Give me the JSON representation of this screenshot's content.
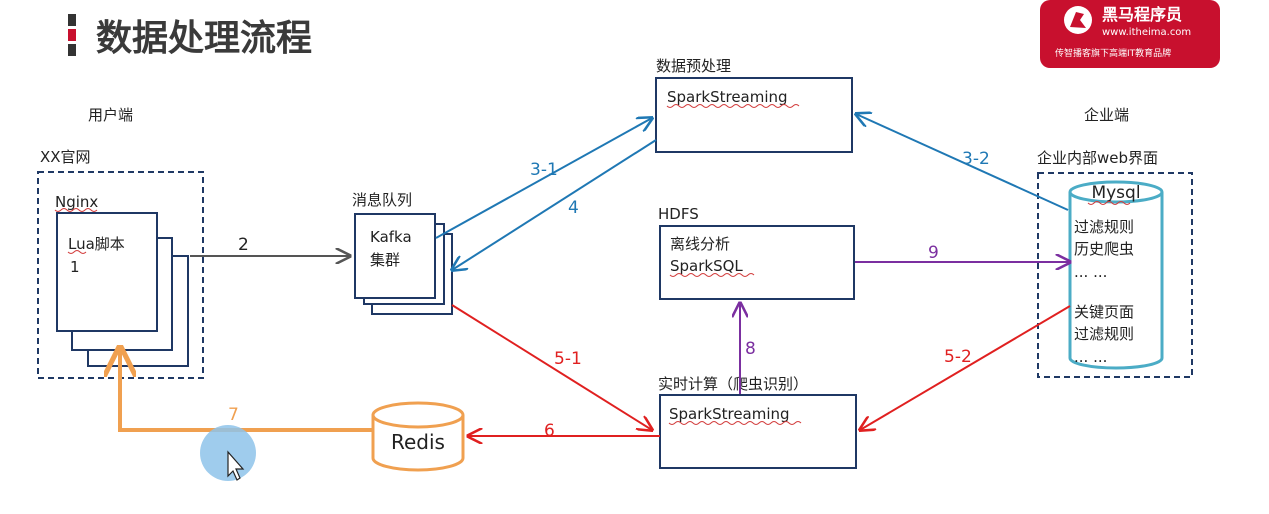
{
  "title": "数据处理流程",
  "logo": {
    "brand": "黑马程序员",
    "url": "www.itheima.com",
    "slogan": "传智播客旗下高端IT教育品牌",
    "color": "#c8102e"
  },
  "sections": {
    "user_side": "用户端",
    "enterprise_side": "企业端"
  },
  "nodes": {
    "xx_site": "XX官网",
    "nginx": "Nginx",
    "lua": "Lua脚本",
    "lua_num": "1",
    "mq_title": "消息队列",
    "kafka_1": "Kafka",
    "kafka_2": "集群",
    "preprocess_title": "数据预处理",
    "preprocess_engine": "SparkStreaming",
    "hdfs_title": "HDFS",
    "offline_1": "离线分析",
    "offline_2": "SparkSQL",
    "realtime_title": "实时计算（爬虫识别）",
    "realtime_engine": "SparkStreaming",
    "redis": "Redis",
    "web_title": "企业内部web界面",
    "mysql": "Mysql",
    "db_lines": [
      "过滤规则",
      "历史爬虫",
      "... ...",
      "关键页面",
      "过滤规则",
      "... ..."
    ]
  },
  "edges": {
    "e2": "2",
    "e3_1": "3-1",
    "e3_2": "3-2",
    "e4": "4",
    "e5_1": "5-1",
    "e5_2": "5-2",
    "e6": "6",
    "e7": "7",
    "e8": "8",
    "e9": "9"
  },
  "colors": {
    "gray": "#555555",
    "blue": "#1f78b4",
    "red": "#e02020",
    "purple": "#7b2fa0",
    "orange": "#f0a050",
    "box": "#1f3864",
    "db": "#4bacc6",
    "cursor": "#8ec3ea"
  }
}
